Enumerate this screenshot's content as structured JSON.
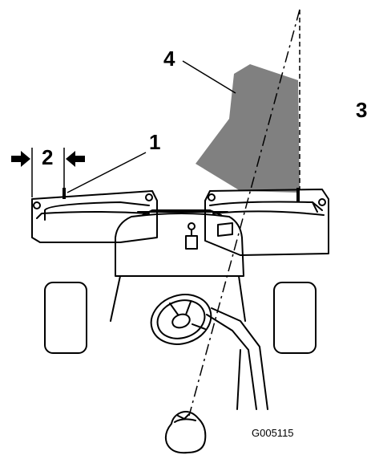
{
  "callouts": {
    "c1": "1",
    "c2": "2",
    "c3": "3",
    "c4": "4"
  },
  "figure_id": "G005115",
  "colors": {
    "stroke": "#000000",
    "shaded_area": "#808080",
    "background": "#ffffff"
  }
}
